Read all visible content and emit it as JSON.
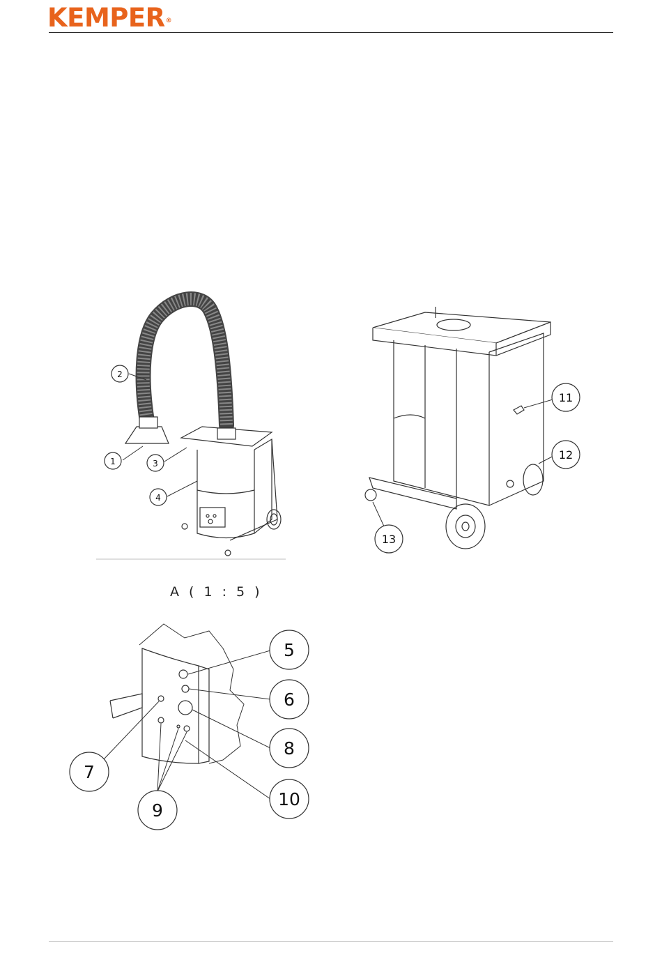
{
  "header": {
    "brand": "KEMPER",
    "brand_mark": "®",
    "brand_color": "#e8631c"
  },
  "figures": {
    "overview_callouts": [
      "1",
      "2",
      "3",
      "4"
    ],
    "rear_callouts": [
      "11",
      "12",
      "13"
    ],
    "detail_title": "A ( 1 : 5 )",
    "detail_callouts": [
      "5",
      "6",
      "7",
      "8",
      "9",
      "10"
    ]
  }
}
